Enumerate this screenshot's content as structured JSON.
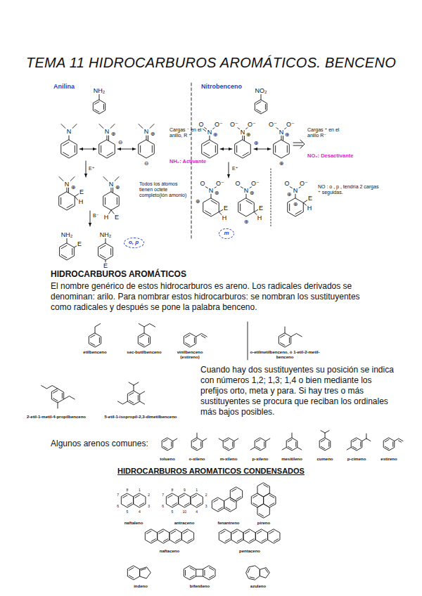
{
  "diagram": {
    "title": "TEMA 11 HIDROCARBUROS AROMÁTICOS. BENCENO",
    "nodes": [
      {
        "text": [
          "o, p"
        ]
      },
      {
        "text": [
          "m"
        ]
      }
    ],
    "labels": [
      "Anilina",
      "NH₂",
      "N",
      "N",
      "⊕",
      "⊖",
      "N",
      "⊕",
      "⊖",
      "Cargas ⁻ en el anillo, R ⁺",
      "NH₂: Activante",
      "E⁺",
      "N",
      "⊕",
      "E",
      "H",
      "N",
      "⊕",
      "H",
      "E",
      "Todos los átomos tienen octete completo(ión amonio)",
      "B⁻",
      "NH₂",
      "E",
      "NH₂",
      "E",
      "Nitrobenceno",
      "NO₂",
      "O",
      "N",
      "⊕",
      "O⁻",
      "O⁻",
      "N",
      "⊕",
      "O⁻",
      "⊕",
      "O⁻",
      "N",
      "⊕",
      "O⁻",
      "⊕",
      "Cargas ⁺ en el anillo R⁻",
      "NO₂: Desactivante",
      "E⁺",
      "O",
      "N",
      "⊕",
      "O⁻",
      "E",
      "H",
      "⊕",
      "O",
      "N",
      "⊕",
      "O⁻",
      "E",
      "H",
      "⊕",
      "O",
      "N",
      "⊕",
      "O⁻",
      "E",
      "H",
      "⊕",
      "NO : o , p , tendría 2 cargas ⁺ seguidas.",
      "HIDROCARBUROS AROMÁTICOS",
      "El nombre genérico de estos hidrocarburos es areno. Los radicales derivados se denominan: arilo. Para nombrar estos hidrocarburos: se nombran los sustituyentes como radicales y después se pone la palabra benceno.",
      "etilbenceno",
      "sec-butilbenceno",
      "vinilbenceno (estireno)",
      "o-etilmetilbenceno, ó 1-etil-2-metil-benceno",
      "2-etil-1-metil-4-propilbenceno",
      "5-etil-1-isopropil-2,3-dimetilbenceno",
      "Cuando hay dos sustituyentes su posición se indica con números 1,2; 1,3; 1,4 o bien mediante los prefijos orto, meta y para. Si hay tres o más sustituyentes se procura que reciban los ordinales más bajos posibles.",
      "Algunos arenos comunes:",
      "tolueno",
      "o-xileno",
      "m-xileno",
      "p-xileno",
      "mesitileno",
      "cumeno",
      "p-cimeno",
      "estireno",
      "HIDROCARBUROS AROMATICOS CONDENSADOS",
      "naftaleno",
      "antraceno",
      "fenantreno",
      "pireno",
      "naftaceno",
      "pentaceno",
      "indeno",
      "bifenileno",
      "azuleno",
      "1",
      "2",
      "3",
      "4",
      "5",
      "6",
      "7",
      "8",
      "1",
      "2",
      "3",
      "4",
      "5",
      "6",
      "7",
      "8",
      "9",
      "10"
    ]
  }
}
